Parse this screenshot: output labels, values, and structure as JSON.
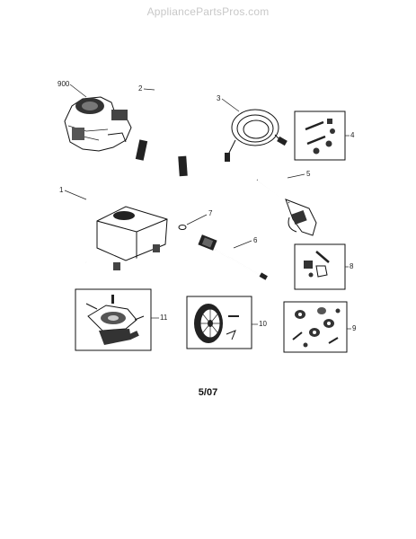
{
  "watermark": "AppliancePartsPros.com",
  "date_code": "5/07",
  "callouts": {
    "engine": "900",
    "handle": "2",
    "hose": "3",
    "hardware_kit": "4",
    "spray_gun": "5",
    "frame": "1",
    "o_ring": "7",
    "wand": "6",
    "fitting_kit": "8",
    "pump": "11",
    "wheel": "10",
    "wheel_kit": "9"
  }
}
